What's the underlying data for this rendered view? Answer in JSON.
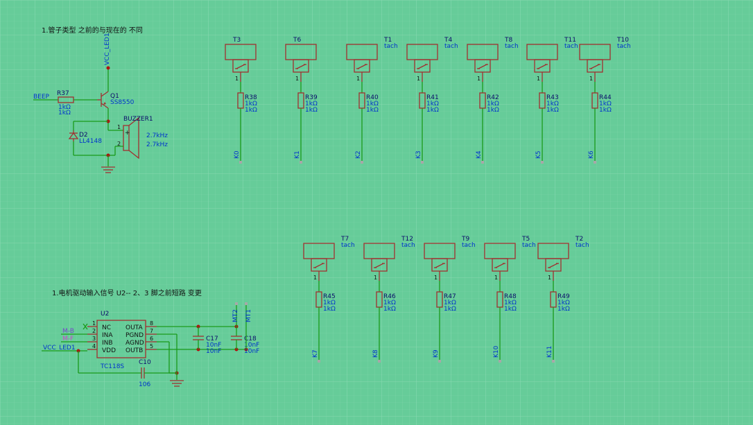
{
  "notes": {
    "top": "1.管子类型 之前的与现在的 不同",
    "bottom": "1.电机驱动输入信号 U2-- 2、3 脚之前短路 变更"
  },
  "buzzer": {
    "net_vcc": "VCC_LED1",
    "net_beep": "BEEP",
    "r37": "R37",
    "r37_val1": "1kΩ",
    "r37_val2": "1kΩ",
    "q1": "Q1",
    "q1_val": "SS8550",
    "d2": "D2",
    "d2_val": "LL4148",
    "buz": "BUZZER1",
    "buz_val1": "2.7kHz",
    "buz_val2": "2.7kHz",
    "pin1": "1",
    "pin2": "2",
    "plus": "+"
  },
  "row1": [
    {
      "name": "T3",
      "tach": "",
      "r": "R38",
      "v1": "1kΩ",
      "v2": "1kΩ",
      "net": "K0"
    },
    {
      "name": "T6",
      "tach": "",
      "r": "R39",
      "v1": "1kΩ",
      "v2": "1kΩ",
      "net": "K1"
    },
    {
      "name": "T1",
      "tach": "tach",
      "r": "R40",
      "v1": "1kΩ",
      "v2": "1kΩ",
      "net": "K2"
    },
    {
      "name": "T4",
      "tach": "tach",
      "r": "R41",
      "v1": "1kΩ",
      "v2": "1kΩ",
      "net": "K3"
    },
    {
      "name": "T8",
      "tach": "tach",
      "r": "R42",
      "v1": "1kΩ",
      "v2": "1kΩ",
      "net": "K4"
    },
    {
      "name": "T11",
      "tach": "tach",
      "r": "R43",
      "v1": "1kΩ",
      "v2": "1kΩ",
      "net": "K5"
    },
    {
      "name": "T10",
      "tach": "tach",
      "r": "R44",
      "v1": "1kΩ",
      "v2": "1kΩ",
      "net": "K6"
    }
  ],
  "row2": [
    {
      "name": "T7",
      "tach": "tach",
      "r": "R45",
      "v1": "1kΩ",
      "v2": "1kΩ",
      "net": "K7"
    },
    {
      "name": "T12",
      "tach": "tach",
      "r": "R46",
      "v1": "1kΩ",
      "v2": "1kΩ",
      "net": "K8"
    },
    {
      "name": "T9",
      "tach": "tach",
      "r": "R47",
      "v1": "1kΩ",
      "v2": "1kΩ",
      "net": "K9"
    },
    {
      "name": "T5",
      "tach": "tach",
      "r": "R48",
      "v1": "1kΩ",
      "v2": "1kΩ",
      "net": "K10"
    },
    {
      "name": "T2",
      "tach": "tach",
      "r": "R49",
      "v1": "1kΩ",
      "v2": "1kΩ",
      "net": "K11"
    }
  ],
  "switch_pin": "1",
  "motor": {
    "u2": "U2",
    "u2_val": "TC118S",
    "left_pins": [
      {
        "num": "1",
        "name": "NC"
      },
      {
        "num": "2",
        "name": "INA"
      },
      {
        "num": "3",
        "name": "INB"
      },
      {
        "num": "4",
        "name": "VDD"
      }
    ],
    "right_pins": [
      {
        "num": "8",
        "name": "OUTA"
      },
      {
        "num": "7",
        "name": "PGND"
      },
      {
        "num": "6",
        "name": "AGND"
      },
      {
        "num": "5",
        "name": "OUTB"
      }
    ],
    "net_ina": "M-B",
    "net_inb": "M-F",
    "net_vcc": "VCC_LED1",
    "mt2": "MT2",
    "mt1": "MT1",
    "c17": "C17",
    "c17_v1": "10nF",
    "c17_v2": "10nF",
    "c18": "C18",
    "c18_v1": "10nF",
    "c18_v2": "10nF",
    "c10": "C10",
    "c10_val": "106"
  },
  "colors": {
    "background": "#66cc99",
    "wire": "#1a9a1a",
    "component": "#a03030",
    "label": "#0033cc"
  }
}
